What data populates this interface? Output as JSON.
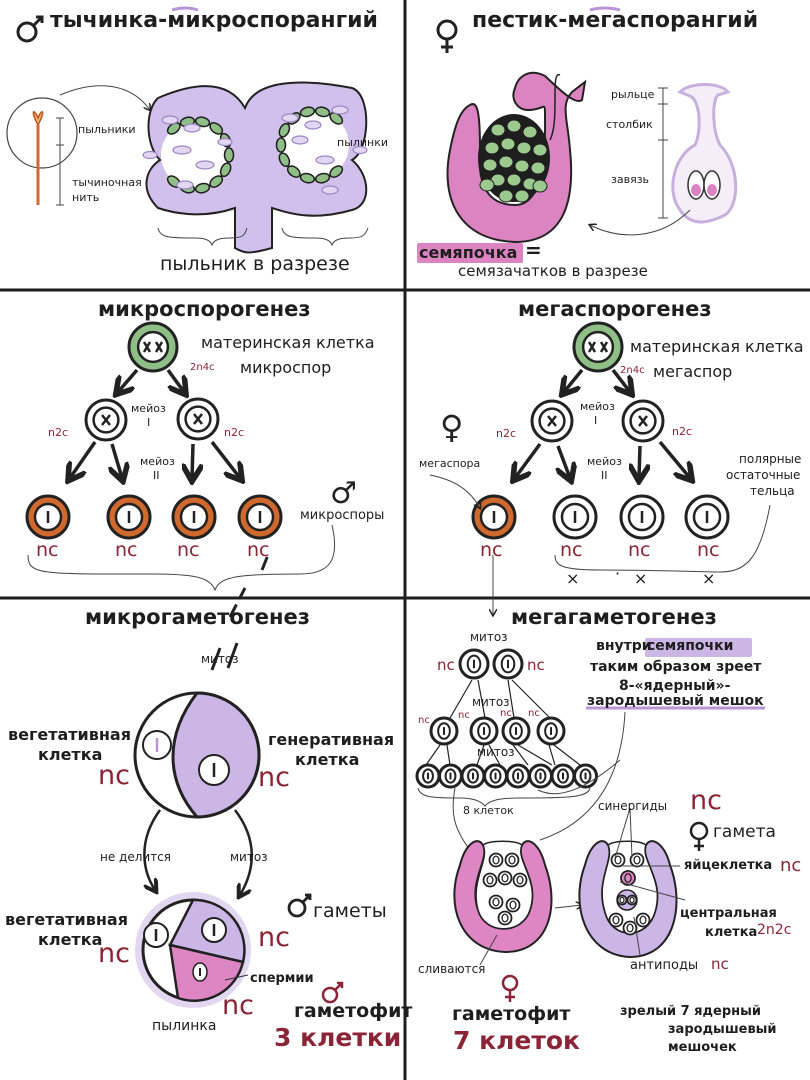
{
  "top_left": {
    "title": "тычинка-микроспорангий",
    "label_anthers": "пыльники",
    "label_filament_1": "тычиночная",
    "label_filament_2": "нить",
    "label_pollen": "пылинки",
    "caption": "пыльник в разрезе"
  },
  "top_right": {
    "title": "пестик-мегаспорангий",
    "label_stigma": "рыльце",
    "label_style": "столбик",
    "label_ovary": "завязь",
    "ovule_word": "семяпочка",
    "equals": "=",
    "caption": "семязачатков в разрезе"
  },
  "micro_sporo": {
    "title": "микроспорогенез",
    "mother_1": "материнская клетка",
    "mother_2": "микроспор",
    "ploidy_mother": "2n4c",
    "ploidy_left": "n2c",
    "ploidy_right": "n2c",
    "meiosis_1a": "мейоз",
    "meiosis_1b": "I",
    "meiosis_2a": "мейоз",
    "meiosis_2b": "II",
    "spores_label": "микроспоры",
    "nc": [
      "nc",
      "nc",
      "nc",
      "nc"
    ]
  },
  "mega_sporo": {
    "title": "мегаспорогенез",
    "mother_1": "материнская клетка",
    "mother_2": "мегаспор",
    "ploidy_mother": "2n4c",
    "ploidy_left": "n2c",
    "ploidy_right": "n2c",
    "meiosis_1a": "мейоз",
    "meiosis_1b": "I",
    "meiosis_2a": "мейоз",
    "meiosis_2b": "II",
    "megaspore": "мегаспора",
    "polar_1": "полярные",
    "polar_2": "остаточные",
    "polar_3": "тельца",
    "nc": [
      "nc",
      "nc",
      "nc",
      "nc"
    ],
    "cross_marks": [
      "×",
      "·",
      "×",
      "×"
    ]
  },
  "micro_gameto": {
    "title": "микрогаметогенез",
    "mitosis_top": "митоз",
    "veg_1": "вегетативная",
    "veg_2": "клетка",
    "veg_nc": "nc",
    "gen_1": "генеративная",
    "gen_2": "клетка",
    "gen_nc": "nc",
    "no_division": "не делится",
    "mitosis_right": "митоз",
    "veg2_1": "вегетативная",
    "veg2_2": "клетка",
    "veg2_nc": "nc",
    "gametes": "гаметы",
    "cell_nc": "nc",
    "sperm": "спермии",
    "sperm_nc": "nc",
    "pollen_grain": "пылинка",
    "gametophyte": "гаметофит",
    "cells_count": "3 клетки"
  },
  "mega_gameto": {
    "title": "мегагаметогенез",
    "mitosis": [
      "митоз",
      "митоз",
      "митоз"
    ],
    "nc_small": [
      "nc",
      "nc",
      "nc",
      "nc",
      "nc",
      "nc"
    ],
    "eight_cells": "8  клеток",
    "inside_1": "внутри",
    "inside_2": "семяпочки",
    "inside_3": "таким образом зреет",
    "inside_4": "8-«ядерный»-",
    "inside_5": "зародышевый мешок",
    "nc_big": "nc",
    "gamete": "гамета",
    "synergids": "синергиды",
    "egg": "яйцеклетка",
    "egg_nc": "nc",
    "central_1": "центральная",
    "central_2": "клетка",
    "central_ploidy": "2n2c",
    "antipodes": "антиподы",
    "antipodes_nc": "nc",
    "merge": "сливаются",
    "gametophyte": "гаметофит",
    "cells_count": "7 клеток",
    "mature_1": "зрелый  7 ядерный",
    "mature_2": "зародышевый",
    "mature_3": "мешочек"
  },
  "colors": {
    "green": "#8fbf86",
    "orange": "#d0692e",
    "lilac": "#cbb6e6",
    "pink": "#de86c4",
    "dark_red": "#8b2436"
  }
}
